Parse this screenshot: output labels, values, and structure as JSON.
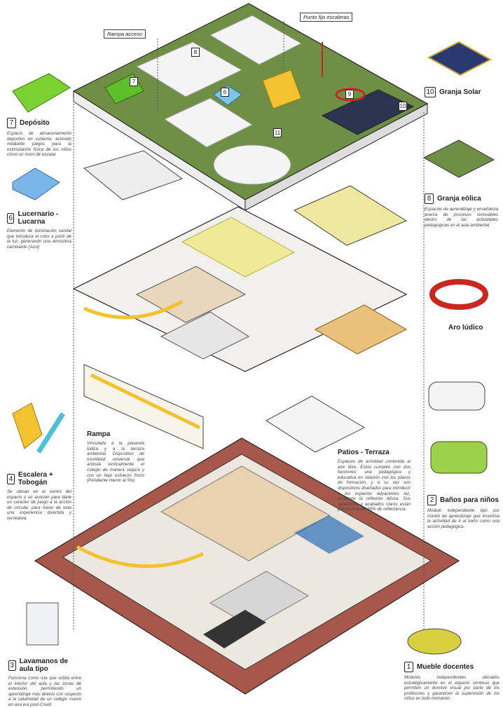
{
  "callouts": {
    "rampa_acceso": "Rampa acceso",
    "punto_fijo": "Punto fijo escaleras"
  },
  "markers": [
    "8",
    "7",
    "6",
    "9",
    "10",
    "11"
  ],
  "legend_left": [
    {
      "num": "7",
      "title": "Depósito",
      "text": "Espacio de almacenamiento deportivo en cubierta, activado mediante juegos para la estimulación física de los niños como un muro de escalar"
    },
    {
      "num": "6",
      "title": "Lucernario - Lucarna",
      "text": "Elemento de iluminación cenital que introduce el color a partir de la luz, generando una atmósfera cambiante (Azul)"
    },
    {
      "num": "4",
      "title": "Escalera + Tobogán",
      "text": "Se ubican en el centro del espacio y se asocian para darle un carácter de juego a la acción de circular, para hacer de esta una experiencia divertida y recreativa."
    },
    {
      "num": "3",
      "title": "Lavamanos de aula tipo",
      "text": "Funciona como isla que orbita entre el interior del aula y las zonas de extensión, permitiendo un aprendizaje más directo con respecto a la salubridad de un colegio nuevo en una era post-Covid"
    }
  ],
  "legend_right": [
    {
      "num": "10",
      "title": "Granja Solar",
      "text": ""
    },
    {
      "num": "8",
      "title": "Granja eólica",
      "text": "Espacios de aprendizaje y enseñanza acerca de procesos renovables dentro de las actividades pedagógicas en el aula ambiental"
    },
    {
      "num": "2",
      "title": "Baños para niños",
      "text": "Módulo independiente tipo por núcleo de aprendizaje que incentiva la actividad de ir al baño como una acción pedagógica."
    },
    {
      "num": "1",
      "title": "Mueble docentes",
      "text": "Módulos independientes ubicados estratégicamente en el espacio continuo que permiten un dominio visual por parte de los profesores y garanticen la supervisión de los niños en todo momento."
    }
  ],
  "aro": {
    "title": "Aro lúdico"
  },
  "rampa": {
    "title": "Rampa",
    "text": "Vinculada a la pasarela lúdica y a la terraza ambiental. Dispositivo de movilidad universal que articula verticalmente el colegio de manera segura y con un bajo esfuerzo físico (Pendiente menor al 5%)"
  },
  "patios": {
    "title": "Patios - Terraza",
    "text": "Espacios de actividad contenida al aire libre. Estos cumplen con dos funciones: una pedagógica y educativa en relación con los pilares de formación, y a su vez son dispositivos diseñados para introducir a los espacios adyacentes luz, mediante la reflexión difusa. Sus superficies y acabados claros están por encima del 65% de reflectancia."
  },
  "colors": {
    "green": "#7fa84a",
    "yellow": "#f2c230",
    "blue": "#2b6fb3",
    "red": "#c8261e",
    "brick": "#a8584a"
  }
}
